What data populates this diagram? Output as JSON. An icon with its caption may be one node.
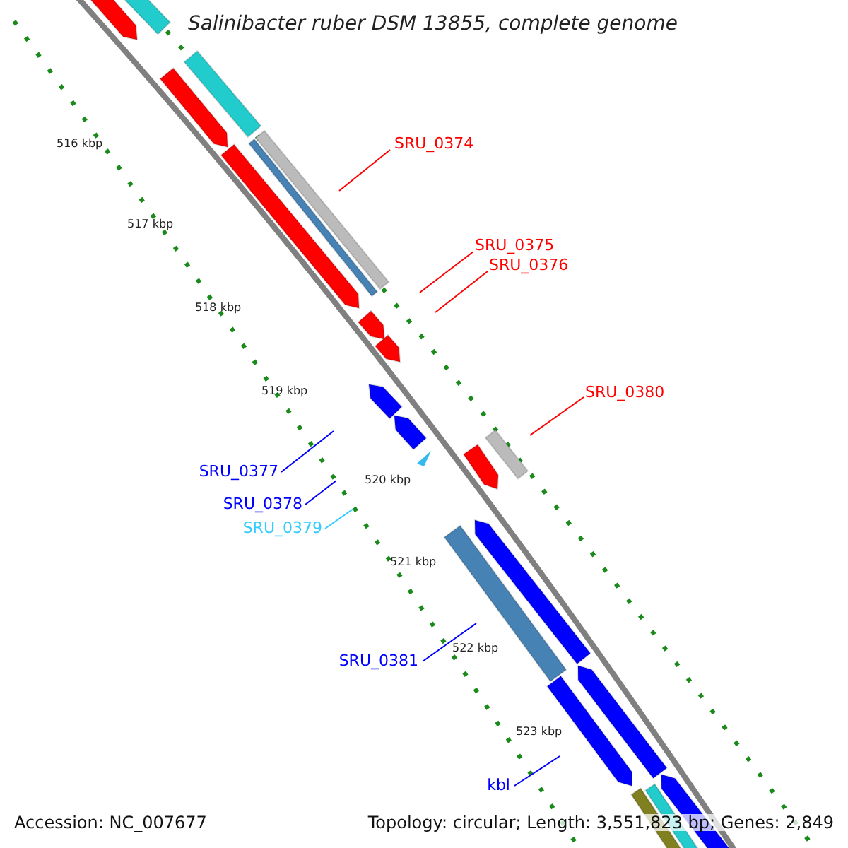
{
  "diagram": {
    "title": "Salinibacter ruber DSM 13855, complete genome",
    "nodes": [
      {
        "text": [
          "SRU_0374"
        ]
      },
      {
        "text": [
          "SRU_0375"
        ]
      },
      {
        "text": [
          "SRU_0376"
        ]
      },
      {
        "text": [
          "SRU_0380"
        ]
      },
      {
        "text": [
          "SRU_0377"
        ]
      },
      {
        "text": [
          "SRU_0378"
        ]
      },
      {
        "text": [
          "SRU_0379"
        ]
      },
      {
        "text": [
          "SRU_0381"
        ]
      },
      {
        "text": [
          "kbl"
        ]
      }
    ],
    "edges": [
      {
        "from": 0,
        "to": null,
        "arrow": "none",
        "color": "#ff0000"
      },
      {
        "from": 1,
        "to": null,
        "arrow": "none",
        "color": "#ff0000"
      },
      {
        "from": 2,
        "to": null,
        "arrow": "none",
        "color": "#ff0000"
      },
      {
        "from": 3,
        "to": null,
        "arrow": "none",
        "color": "#ff0000"
      },
      {
        "from": 4,
        "to": null,
        "arrow": "none",
        "color": "#0000ff"
      },
      {
        "from": 5,
        "to": null,
        "arrow": "none",
        "color": "#0000ff"
      },
      {
        "from": 6,
        "to": null,
        "arrow": "none",
        "color": "#33ccff"
      },
      {
        "from": 7,
        "to": null,
        "arrow": "none",
        "color": "#0000ff"
      },
      {
        "from": 8,
        "to": null,
        "arrow": "none",
        "color": "#0000ff"
      }
    ],
    "labels": [
      "516 kbp",
      "517 kbp",
      "518 kbp",
      "519 kbp",
      "520 kbp",
      "521 kbp",
      "522 kbp",
      "523 kbp",
      "Accession: NC_007677",
      "Topology: circular; Length: 3,551,823 bp; Genes: 2,849"
    ]
  }
}
